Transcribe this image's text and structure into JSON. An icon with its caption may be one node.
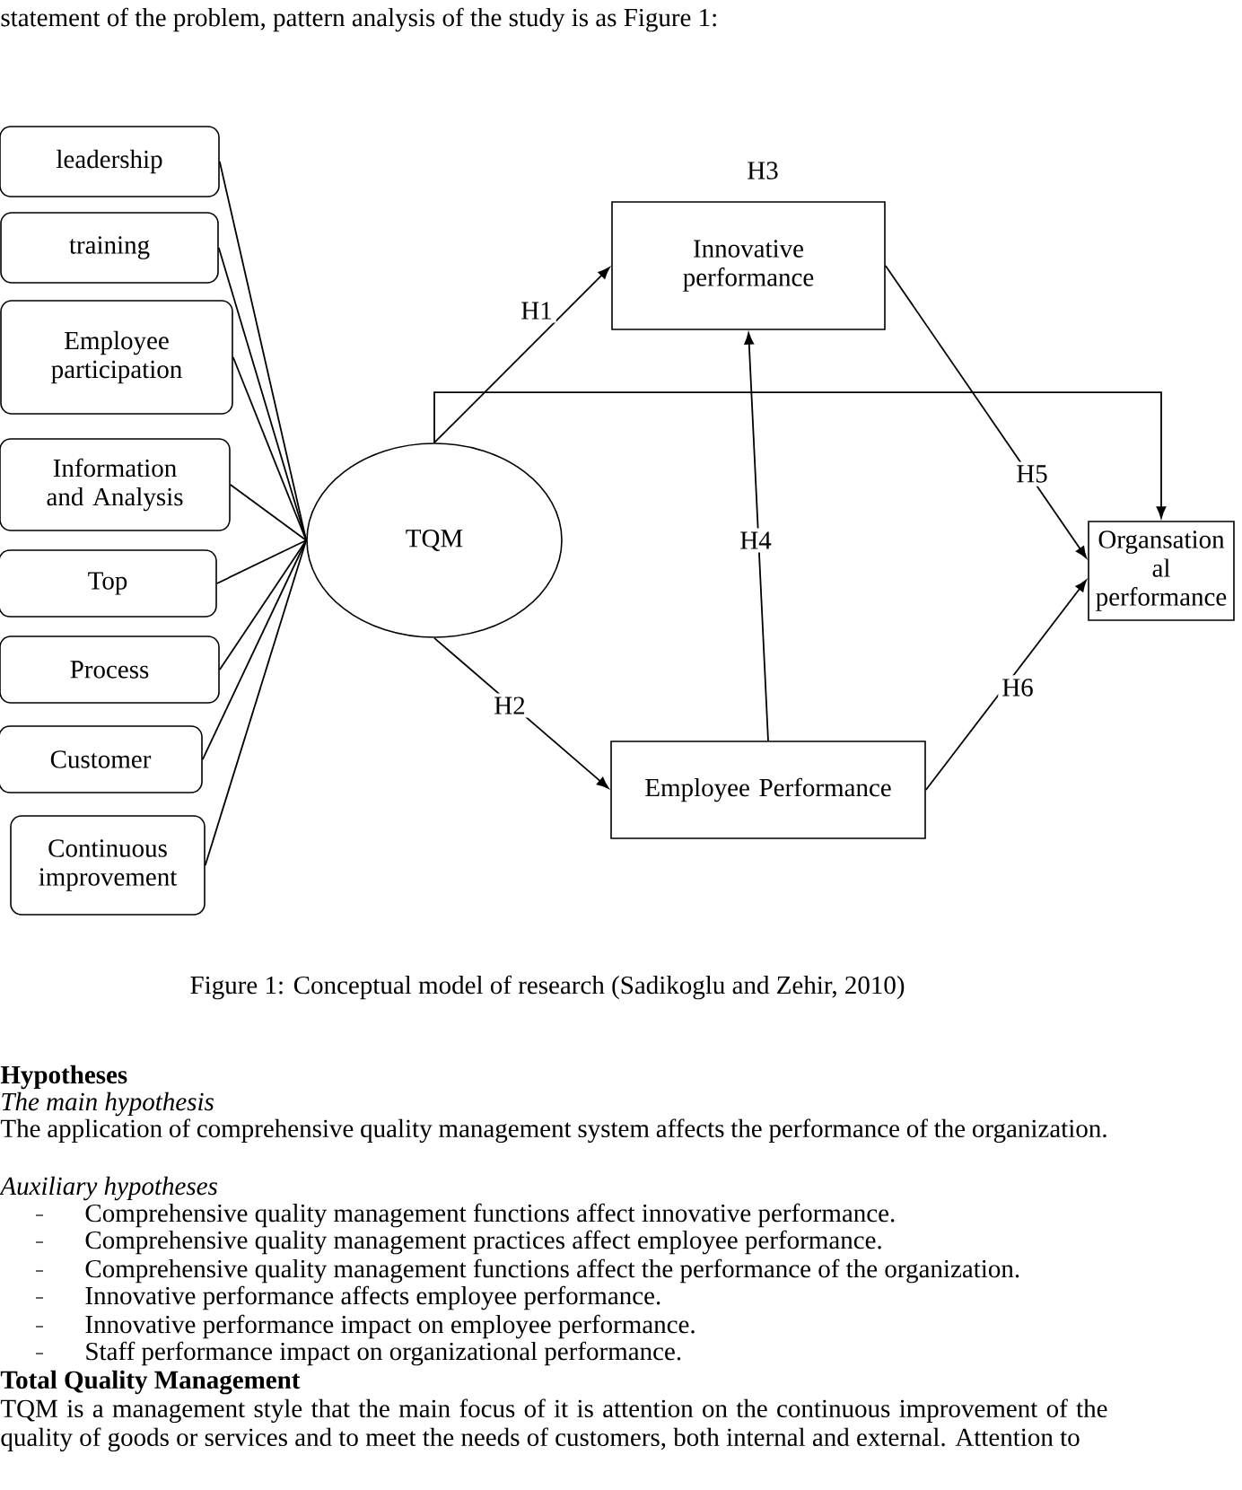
{
  "diagram": {
    "caption": "Figure 1: Conceptual model of research (Sadikoglu and Zehir, 2010)",
    "nodes": [
      {
        "text": [
          "leadership"
        ]
      },
      {
        "text": [
          "training"
        ]
      },
      {
        "text": [
          "Employee participation"
        ]
      },
      {
        "text": [
          "Information and Analysis"
        ]
      },
      {
        "text": [
          "Top"
        ]
      },
      {
        "text": [
          "Process"
        ]
      },
      {
        "text": [
          "Customer"
        ]
      },
      {
        "text": [
          "Continuous improvement"
        ]
      },
      {
        "text": [
          "TQM"
        ]
      },
      {
        "text": [
          "Innovative performance"
        ]
      },
      {
        "text": [
          "Employee Performance"
        ]
      },
      {
        "text": [
          "Organsation al performance"
        ]
      }
    ],
    "edges": [
      {
        "from": 0,
        "to": 8,
        "arrow": "none"
      },
      {
        "from": 1,
        "to": 8,
        "arrow": "none"
      },
      {
        "from": 2,
        "to": 8,
        "arrow": "none"
      },
      {
        "from": 3,
        "to": 8,
        "arrow": "none"
      },
      {
        "from": 4,
        "to": 8,
        "arrow": "none"
      },
      {
        "from": 5,
        "to": 8,
        "arrow": "none"
      },
      {
        "from": 6,
        "to": 8,
        "arrow": "none"
      },
      {
        "from": 7,
        "to": 8,
        "arrow": "none"
      },
      {
        "from": 8,
        "to": 9,
        "arrow": "to",
        "label": "H1"
      },
      {
        "from": 8,
        "to": 10,
        "arrow": "to",
        "label": "H2"
      },
      {
        "from": 8,
        "to": 11,
        "arrow": "to"
      },
      {
        "from": 10,
        "to": 9,
        "arrow": "to",
        "label": "H4"
      },
      {
        "from": 9,
        "to": 11,
        "arrow": "to",
        "label": "H5"
      },
      {
        "from": 10,
        "to": 11,
        "arrow": "to",
        "label": "H6"
      }
    ],
    "labels": [
      "statement of the problem, pattern analysis of the study is as Figure 1:",
      "H3",
      "Hypotheses",
      "The main hypothesis",
      "The application of comprehensive quality management system affects the performance of the organization.",
      "Auxiliary hypotheses",
      "Comprehensive quality management functions affect innovative performance.",
      "Comprehensive quality management practices affect employee performance.",
      "Comprehensive quality management functions affect the performance of the organization.",
      "Innovative performance affects employee performance.",
      "Innovative performance impact on employee performance.",
      "Staff performance impact on organizational performance.",
      "Total Quality Management",
      "TQM is a management style that the main focus of it is attention on the continuous improvement of the quality of goods or services and to meet the needs of customers, both internal and external. Attention to"
    ]
  }
}
